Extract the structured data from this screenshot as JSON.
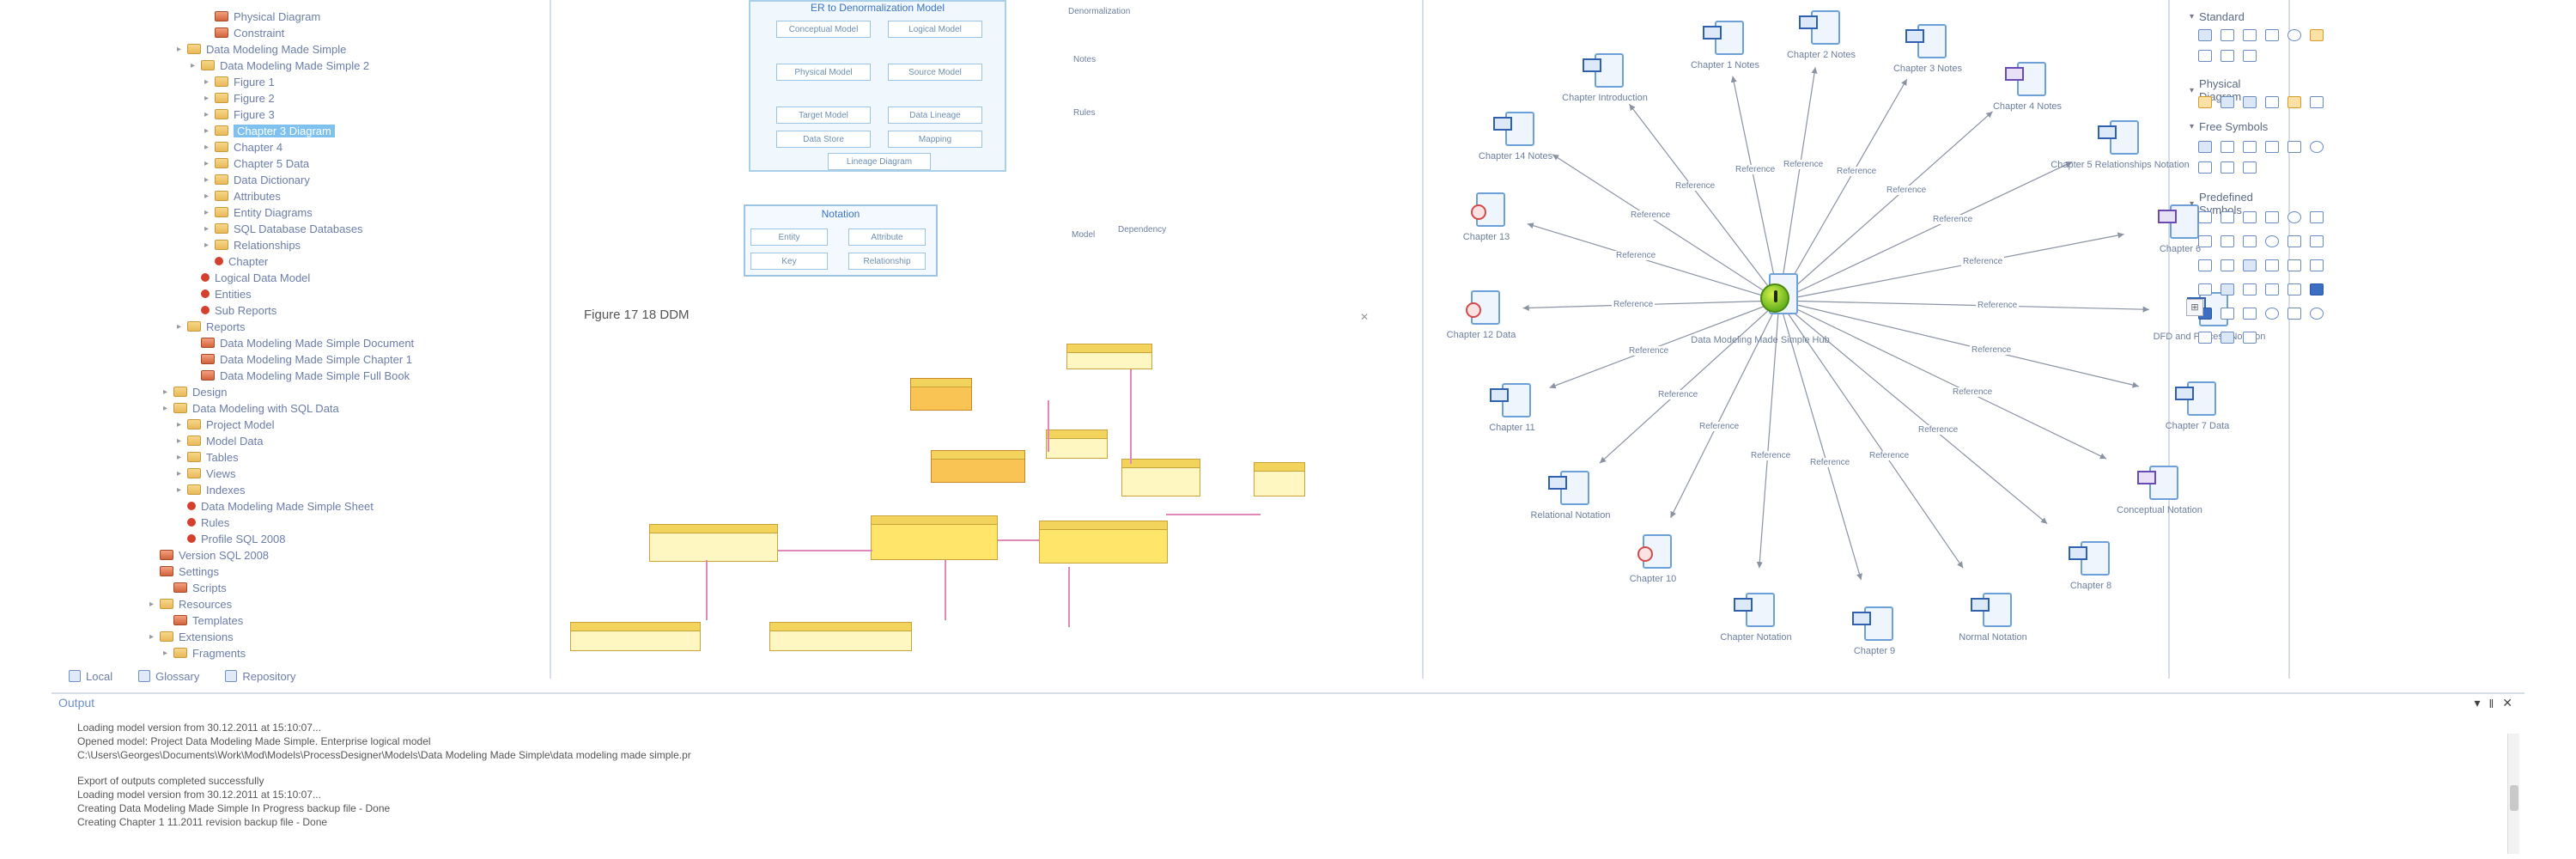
{
  "tree": {
    "nodes": [
      {
        "label": "Physical Diagram",
        "kind": "pkg",
        "indent": 3
      },
      {
        "label": "Constraint",
        "kind": "pkg",
        "indent": 3
      },
      {
        "label": "Data Modeling Made Simple",
        "kind": "folder",
        "indent": 1
      },
      {
        "label": "Data Modeling Made Simple 2",
        "kind": "folder",
        "indent": 2
      },
      {
        "label": "Figure 1",
        "kind": "folder",
        "indent": 3
      },
      {
        "label": "Figure 2",
        "kind": "folder",
        "indent": 3
      },
      {
        "label": "Figure 3",
        "kind": "folder",
        "indent": 3
      },
      {
        "label": "Chapter 3 Diagram",
        "kind": "folder",
        "indent": 3,
        "selected": true
      },
      {
        "label": "Chapter 4",
        "kind": "folder",
        "indent": 3
      },
      {
        "label": "Chapter 5 Data",
        "kind": "folder",
        "indent": 3
      },
      {
        "label": "Data Dictionary",
        "kind": "folder",
        "indent": 3
      },
      {
        "label": "Attributes",
        "kind": "folder",
        "indent": 3
      },
      {
        "label": "Entity Diagrams",
        "kind": "folder",
        "indent": 3
      },
      {
        "label": "SQL Database Databases",
        "kind": "folder",
        "indent": 3
      },
      {
        "label": "Relationships",
        "kind": "folder",
        "indent": 3
      },
      {
        "label": "Chapter",
        "kind": "dot",
        "indent": 3
      },
      {
        "label": "Logical Data Model",
        "kind": "dot",
        "indent": 2
      },
      {
        "label": "Entities",
        "kind": "dot",
        "indent": 2
      },
      {
        "label": "Sub Reports",
        "kind": "dot",
        "indent": 2
      },
      {
        "label": "Reports",
        "kind": "folder",
        "indent": 1
      },
      {
        "label": "Data Modeling Made Simple Document",
        "kind": "pkg",
        "indent": 2
      },
      {
        "label": "Data Modeling Made Simple Chapter 1",
        "kind": "pkg",
        "indent": 2
      },
      {
        "label": "Data Modeling Made Simple Full Book",
        "kind": "pkg",
        "indent": 2
      },
      {
        "label": "Design",
        "kind": "folder",
        "indent": 0
      },
      {
        "label": "Data Modeling with SQL Data",
        "kind": "folder",
        "indent": 0
      },
      {
        "label": "Project Model",
        "kind": "folder",
        "indent": 1
      },
      {
        "label": "Model Data",
        "kind": "folder",
        "indent": 1
      },
      {
        "label": "Tables",
        "kind": "folder",
        "indent": 1
      },
      {
        "label": "Views",
        "kind": "folder",
        "indent": 1
      },
      {
        "label": "Indexes",
        "kind": "folder",
        "indent": 1
      },
      {
        "label": "Data Modeling Made Simple Sheet",
        "kind": "dot",
        "indent": 1
      },
      {
        "label": "Rules",
        "kind": "dot",
        "indent": 1
      },
      {
        "label": "Profile SQL 2008",
        "kind": "dot",
        "indent": 1
      },
      {
        "label": "Version SQL 2008",
        "kind": "pkg",
        "indent": -1
      },
      {
        "label": "Settings",
        "kind": "pkg",
        "indent": -1
      },
      {
        "label": "Scripts",
        "kind": "pkg",
        "indent": 0
      },
      {
        "label": "Resources",
        "kind": "folder",
        "indent": -1
      },
      {
        "label": "Templates",
        "kind": "pkg",
        "indent": 0
      },
      {
        "label": "Extensions",
        "kind": "folder",
        "indent": -1
      },
      {
        "label": "Fragments",
        "kind": "folder",
        "indent": 0
      }
    ],
    "tabs": [
      "Local",
      "Glossary",
      "Repository"
    ]
  },
  "lineage": {
    "title": "ER to Denormalization Model",
    "boxes": [
      "Conceptual Model",
      "Logical Model",
      "Physical Model",
      "Source Model",
      "Target Model",
      "Data Lineage",
      "Data Store",
      "Mapping",
      "Lineage Diagram"
    ],
    "side_labels": [
      "Denormalization",
      "Notes",
      "Rules",
      "Model"
    ]
  },
  "notation": {
    "title": "Notation",
    "boxes": [
      "Entity",
      "Attribute",
      "Key",
      "Relationship"
    ],
    "side_label": "Dependency"
  },
  "figure": {
    "title": "Figure 17 18 DDM"
  },
  "hub": {
    "center_label": "Data Modeling Made Simple Hub",
    "edge_label": "Reference",
    "nodes": [
      {
        "label": "Chapter 1 Notes",
        "style": "blue"
      },
      {
        "label": "Chapter 2 Notes",
        "style": "blue"
      },
      {
        "label": "Chapter 3 Notes",
        "style": "blue"
      },
      {
        "label": "Chapter 4 Notes",
        "style": "purple"
      },
      {
        "label": "Chapter 5 Relationships Notation",
        "style": "blue"
      },
      {
        "label": "Chapter 6",
        "style": "purple"
      },
      {
        "label": "DFD and Process Notation",
        "style": "blue"
      },
      {
        "label": "Chapter 7 Data",
        "style": "blue"
      },
      {
        "label": "Conceptual Notation",
        "style": "purple"
      },
      {
        "label": "Chapter 8",
        "style": "blue"
      },
      {
        "label": "Normal Notation",
        "style": "blue"
      },
      {
        "label": "Chapter 9",
        "style": "blue"
      },
      {
        "label": "Chapter Notation",
        "style": "blue"
      },
      {
        "label": "Chapter 10",
        "style": "red"
      },
      {
        "label": "Relational Notation",
        "style": "blue"
      },
      {
        "label": "Chapter 11",
        "style": "blue"
      },
      {
        "label": "Chapter 12 Data",
        "style": "red"
      },
      {
        "label": "Chapter 13",
        "style": "red"
      },
      {
        "label": "Chapter 14 Notes",
        "style": "blue"
      },
      {
        "label": "Chapter Introduction",
        "style": "blue"
      }
    ]
  },
  "toolbox": {
    "sections": [
      "Standard",
      "Physical Diagram",
      "Free Symbols",
      "Predefined Symbols"
    ]
  },
  "output": {
    "title": "Output",
    "lines": [
      "Loading model version from 30.12.2011 at 15:10:07...",
      "Opened model: Project Data Modeling Made Simple. Enterprise logical model",
      "C:\\Users\\Georges\\Documents\\Work\\Mod\\Models\\ProcessDesigner\\Models\\Data Modeling Made Simple\\data modeling made simple.pr",
      "",
      "Export of outputs completed successfully",
      "Loading model version from 30.12.2011 at 15:10:07...",
      "Creating Data Modeling Made Simple In Progress backup file - Done",
      "Creating Chapter 1 11.2011 revision backup file - Done"
    ],
    "controls": [
      "▾",
      "‖",
      "✕"
    ]
  },
  "colors": {
    "accent": "#3a73c4",
    "tree_text": "#6b7da8",
    "entity_fill": "#fff7c2",
    "entity_header": "#f2d35b",
    "edge": "#8a93a3"
  },
  "icons": {
    "hub": "lightbulb-icon",
    "close": "close-icon",
    "pin": "pin-icon",
    "dropdown": "chevron-down-icon"
  }
}
